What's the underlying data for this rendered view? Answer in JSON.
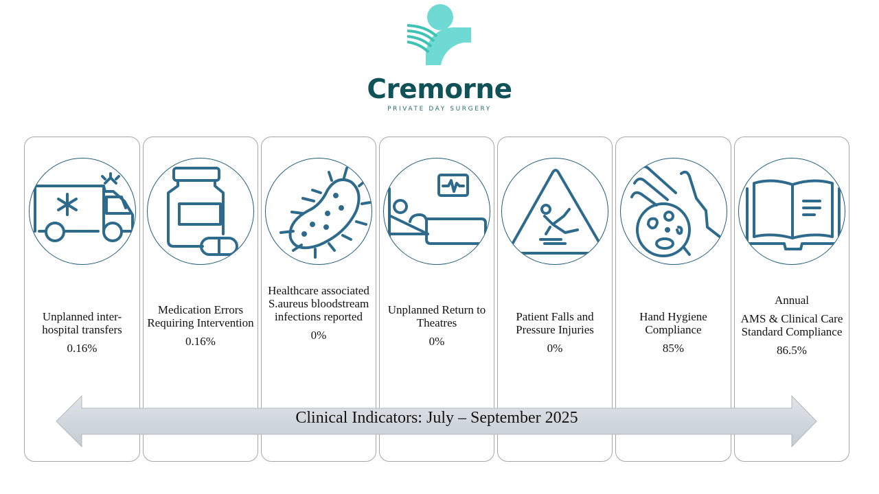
{
  "header": {
    "brand_name": "Cremorne",
    "brand_subtitle": "PRIVATE DAY SURGERY",
    "logo_colors": {
      "teal_light": "#6fdad3",
      "teal_stripes": "#3fc4b3",
      "brand_dark": "#0f5257"
    }
  },
  "indicators": [
    {
      "icon": "ambulance-icon",
      "label": "Unplanned inter-hospital transfers",
      "value": "0.16%"
    },
    {
      "icon": "medication-bottle-icon",
      "label": "Medication Errors Requiring Intervention",
      "value": "0.16%"
    },
    {
      "icon": "bacteria-icon",
      "label": "Healthcare associated S.aureus bloodstream infections reported",
      "value": "0%"
    },
    {
      "icon": "hospital-bed-icon",
      "label": "Unplanned Return to Theatres",
      "value": "0%"
    },
    {
      "icon": "slip-hazard-icon",
      "label": "Patient Falls and Pressure Injuries",
      "value": "0%"
    },
    {
      "icon": "hand-germs-icon",
      "label": "Hand Hygiene Compliance",
      "value": "85%"
    },
    {
      "icon": "open-book-icon",
      "label_prefix": "Annual",
      "label": "AMS & Clinical Care Standard Compliance",
      "value": "86.5%"
    }
  ],
  "footer": {
    "arrow_text": "Clinical Indicators: July – September 2025",
    "icon": "double-arrow-icon"
  },
  "colors": {
    "icon_stroke": "#2e6a8c",
    "circle_border": "#1f5c7a",
    "card_border": "#a6a6a6",
    "arrow_fill": "#cfd6dd"
  }
}
